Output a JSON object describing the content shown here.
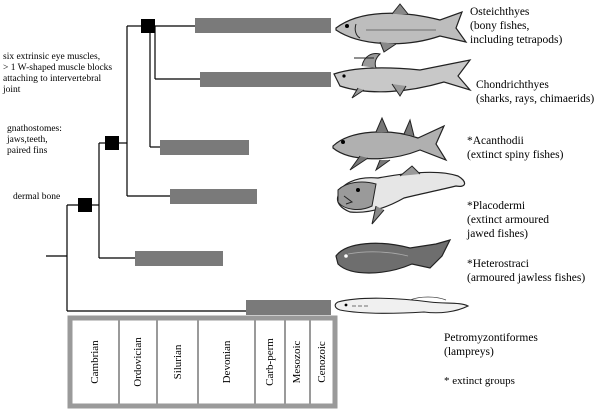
{
  "taxa": [
    {
      "name": "Osteichthyes",
      "detail": [
        "(bony fishes,",
        "including tetrapods)"
      ],
      "icon": "bony-fish-icon"
    },
    {
      "name": "Chondrichthyes",
      "detail": [
        "(sharks, rays, chimaerids)"
      ],
      "icon": "shark-icon"
    },
    {
      "name": "*Acanthodii",
      "detail": [
        "(extinct spiny fishes)"
      ],
      "icon": "acanthodian-icon"
    },
    {
      "name": "*Placodermi",
      "detail": [
        "(extinct armoured",
        "jawed fishes)"
      ],
      "icon": "placoderm-icon"
    },
    {
      "name": "*Heterostraci",
      "detail": [
        "(armoured jawless fishes)"
      ],
      "icon": "heterostracan-icon"
    },
    {
      "name": "Petromyzontiformes",
      "detail": [
        "(lampreys)"
      ],
      "icon": "lamprey-icon"
    }
  ],
  "characters": {
    "eye_muscles": [
      "six extrinsic eye muscles,",
      "> 1 W-shaped muscle blocks",
      "attaching to intervertebral",
      "joint"
    ],
    "gnathostomes": [
      "gnathostomes:",
      "jaws,teeth,",
      "paired fins"
    ],
    "dermal_bone": [
      "dermal bone"
    ]
  },
  "periods": [
    "Cambrian",
    "Ordovician",
    "Silurian",
    "Devonian",
    "Carb-perm",
    "Mesozoic",
    "Cenozoic"
  ],
  "footnote": "* extinct groups",
  "colors": {
    "range_bar": "#7a7a7a",
    "timescale_border": "#9a9a9a",
    "line": "#000000",
    "node": "#000000"
  }
}
